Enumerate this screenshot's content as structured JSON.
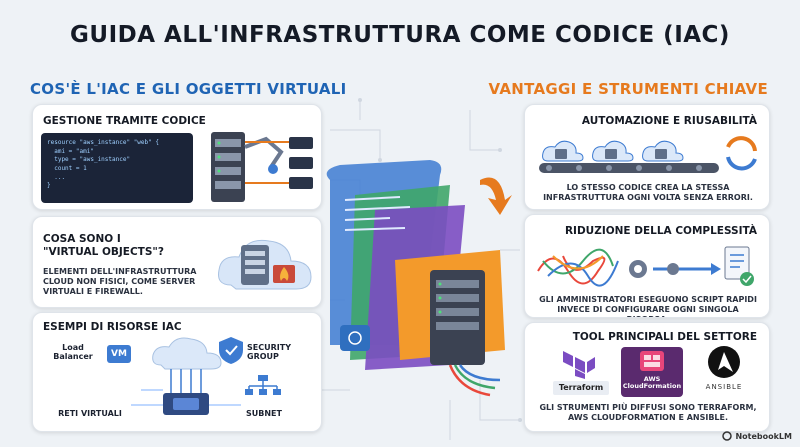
{
  "title": "GUIDA ALL'INFRASTRUTTURA COME CODICE (IAC)",
  "left_section_title": "COS'È L'IAC E GLI OGGETTI VIRTUALI",
  "right_section_title": "VANTAGGI E STRUMENTI CHIAVE",
  "cards": {
    "code_mgmt": {
      "title": "GESTIONE TRAMITE CODICE",
      "code_lines": [
        "resource \"aws_instance\" \"web\" {",
        "  ami = \"ami\"",
        "  type = \"aws_instance\"",
        "  count = 1",
        "  ...",
        "}"
      ]
    },
    "virtual_objects": {
      "title_line1": "COSA SONO I",
      "title_line2": "\"VIRTUAL OBJECTS\"?",
      "text": "ELEMENTI DELL'INFRASTRUTTURA CLOUD NON FISICI, COME SERVER VIRTUALI E FIREWALL."
    },
    "examples": {
      "title": "ESEMPI DI RISORSE IAC",
      "load_balancer": "Load Balancer",
      "vm": "VM",
      "security_group": "SECURITY GROUP",
      "virtual_networks": "RETI VIRTUALI",
      "subnet": "SUBNET"
    },
    "automation": {
      "title": "AUTOMAZIONE E RIUSABILITÀ",
      "text": "LO STESSO CODICE CREA LA STESSA INFRASTRUTTURA OGNI VOLTA SENZA ERRORI."
    },
    "complexity": {
      "title": "RIDUZIONE DELLA COMPLESSITÀ",
      "text": "GLI AMMINISTRATORI ESEGUONO SCRIPT RAPIDI INVECE DI CONFIGURARE OGNI SINGOLA RISORSA."
    },
    "tools": {
      "title": "TOOL PRINCIPALI DEL SETTORE",
      "terraform": "Terraform",
      "aws": "AWS CloudFormation",
      "ansible": "ANSIBLE",
      "text": "GLI STRUMENTI PIÙ DIFFUSI SONO TERRAFORM, AWS CLOUDFORMATION E ANSIBLE."
    }
  },
  "footer": "NotebookLM",
  "colors": {
    "blue": "#1f64b4",
    "orange": "#e67a1e"
  }
}
